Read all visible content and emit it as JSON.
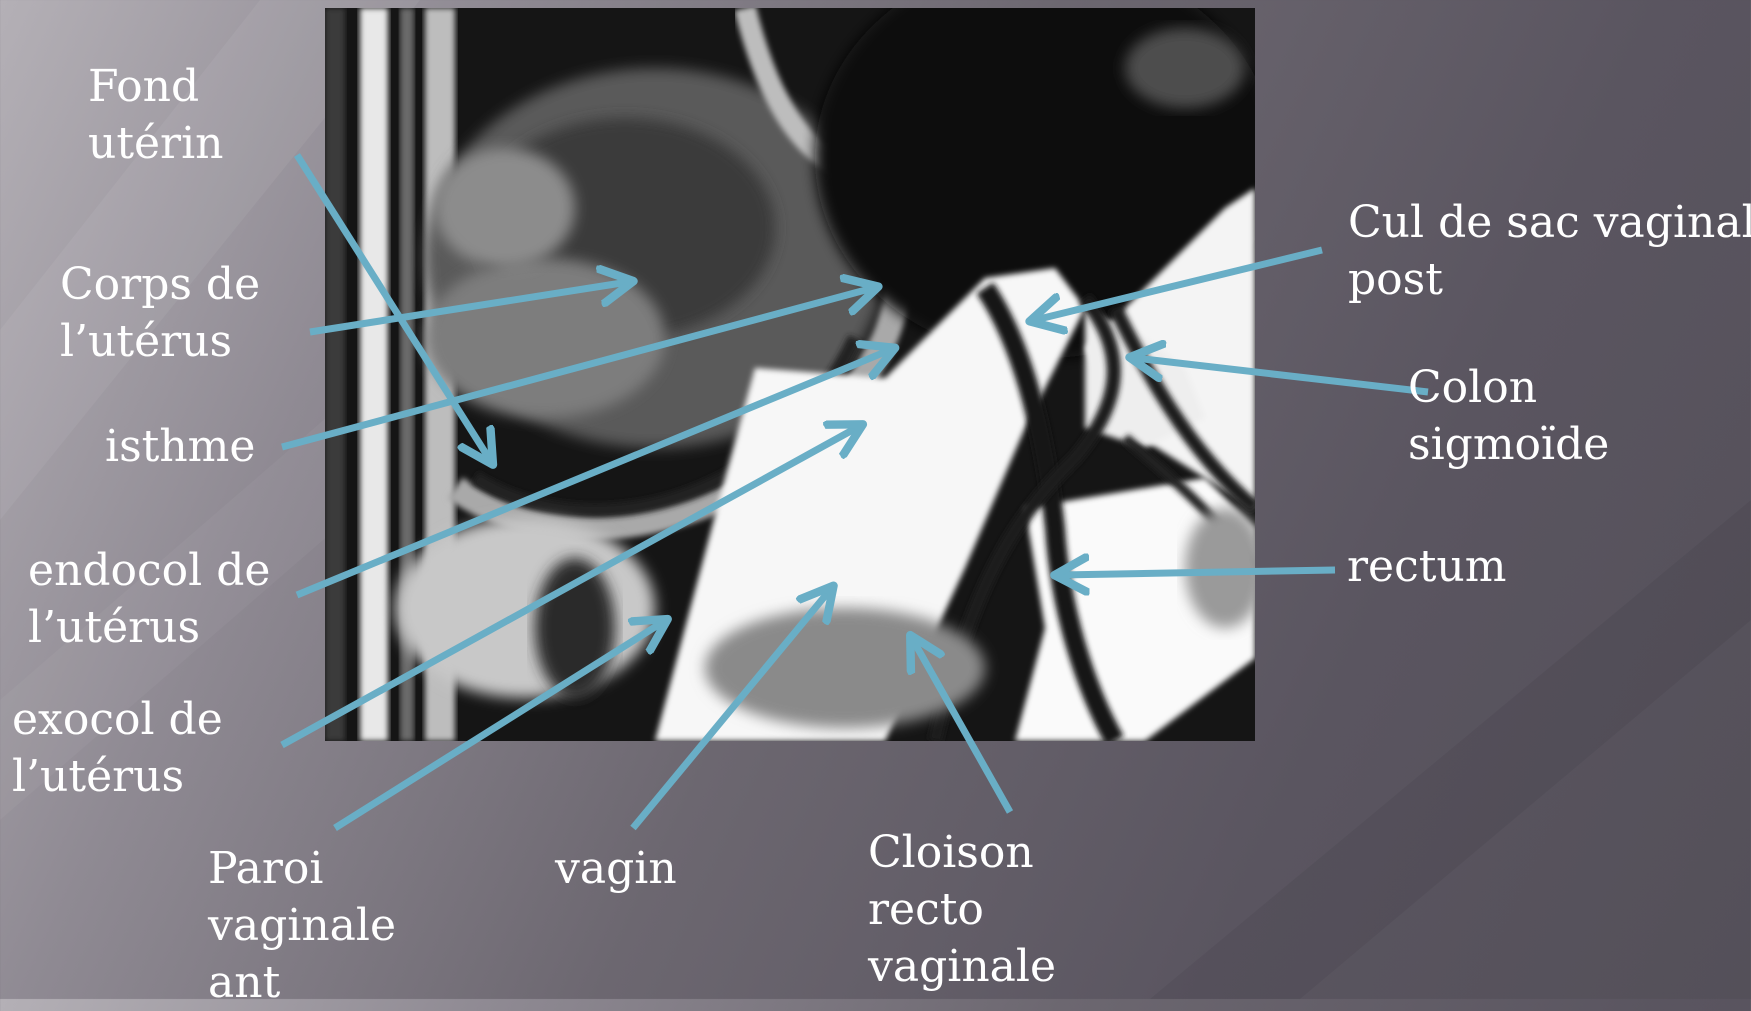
{
  "colors": {
    "arrow": "#69aec6",
    "label_text": "#ffffff",
    "background": "#6c6770"
  },
  "image": {
    "description_icon": "mri-sagittal-pelvis-image"
  },
  "labels": {
    "fond_uterin": [
      "Fond",
      "utérin"
    ],
    "corps_uterus": [
      "Corps de",
      "l’utérus"
    ],
    "isthme": [
      "isthme"
    ],
    "endocol": [
      "endocol de",
      "l’utérus"
    ],
    "exocol": [
      "exocol de",
      "l’utérus"
    ],
    "paroi_vaginale": [
      "Paroi",
      "vaginale",
      "ant"
    ],
    "vagin": [
      "vagin"
    ],
    "cloison": [
      "Cloison",
      "recto",
      "vaginale"
    ],
    "cul_de_sac": [
      "Cul de sac vaginal",
      "post"
    ],
    "colon": [
      "Colon",
      "sigmoïde"
    ],
    "rectum": [
      "rectum"
    ]
  }
}
